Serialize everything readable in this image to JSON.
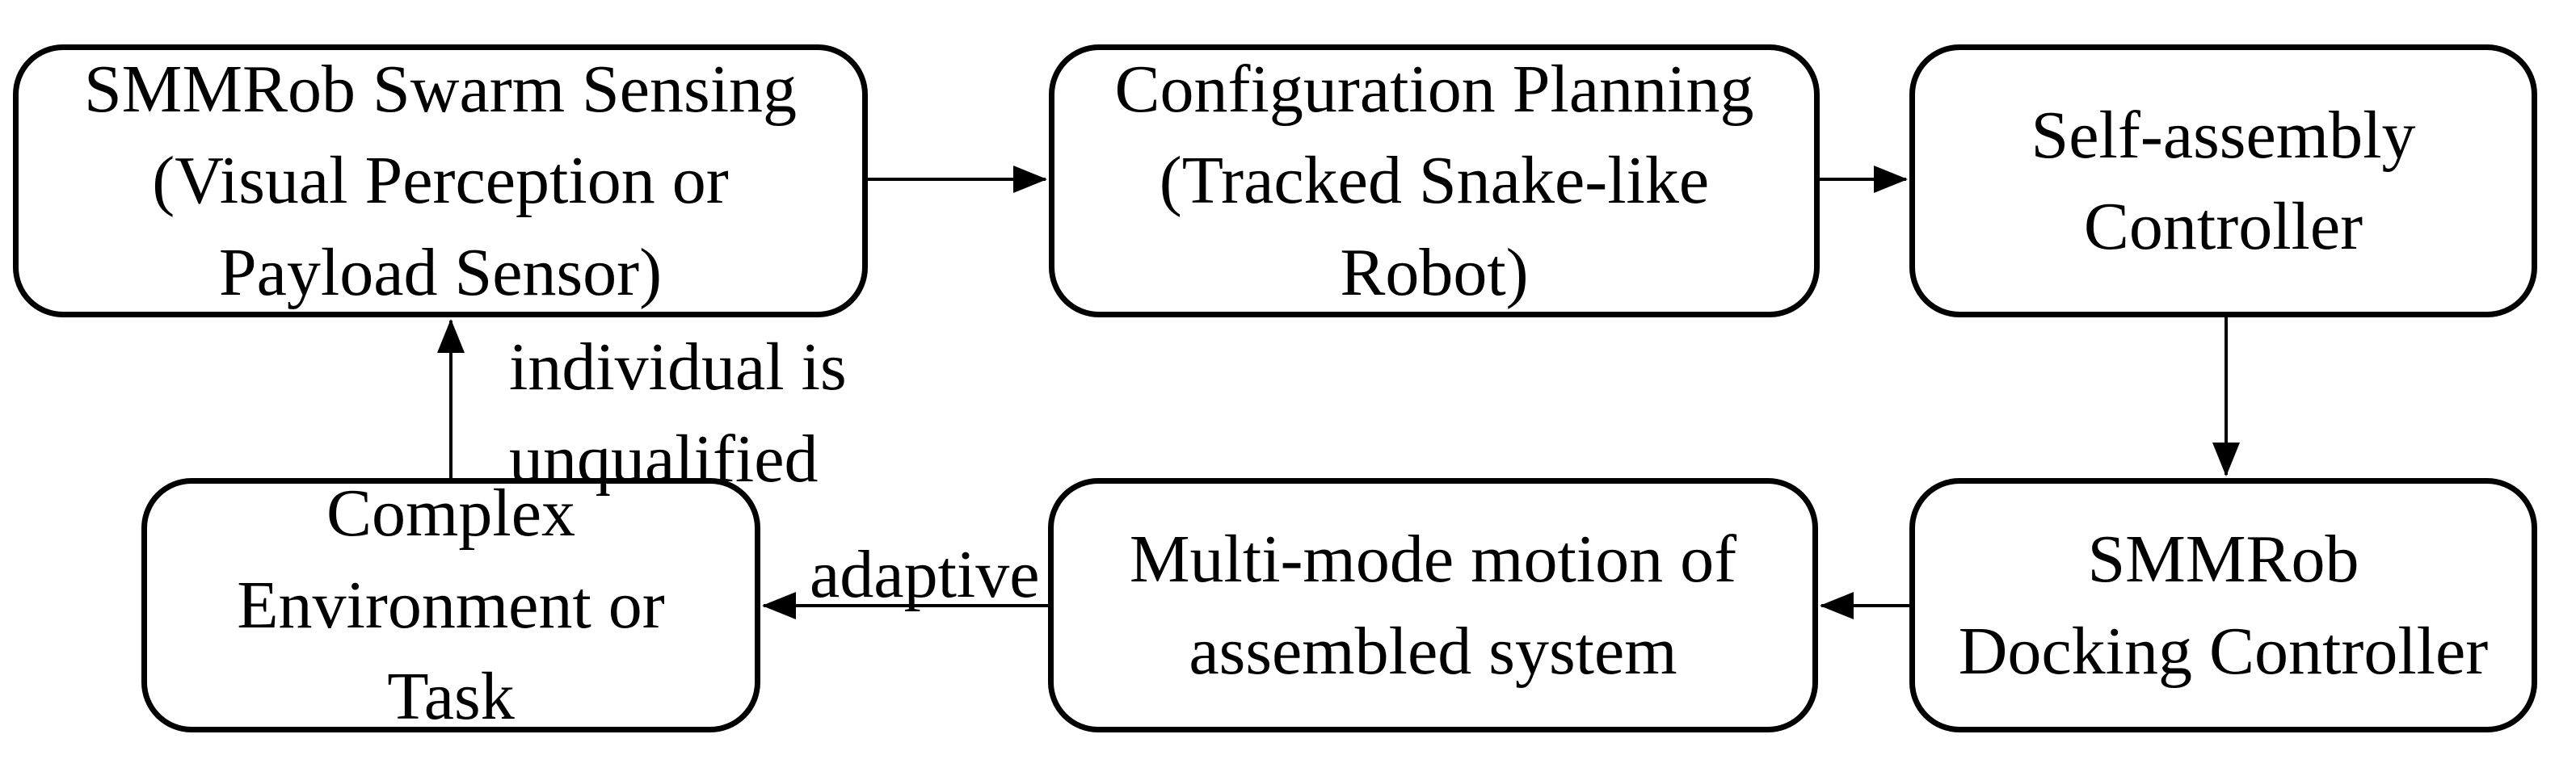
{
  "diagram": {
    "background_color": "#ffffff",
    "line_color": "#000000",
    "boxes": [
      {
        "id": "swarm-sensing",
        "label": "SMMRob Swarm Sensing\n(Visual Perception or\nPayload Sensor)"
      },
      {
        "id": "config-planning",
        "label": "Configuration Planning\n(Tracked Snake-like\nRobot)"
      },
      {
        "id": "self-assembly",
        "label": "Self-assembly\nController"
      },
      {
        "id": "complex-environment",
        "label": "Complex\nEnvironment or\nTask"
      },
      {
        "id": "multi-mode",
        "label": "Multi-mode motion of\nassembled system"
      },
      {
        "id": "docking-controller",
        "label": "SMMRob\nDocking Controller"
      }
    ],
    "edge_labels": {
      "unqualified": "individual is\nunqualified",
      "adaptive": "adaptive"
    },
    "arrows": [
      {
        "from": "swarm-sensing",
        "to": "config-planning",
        "direction": "right"
      },
      {
        "from": "config-planning",
        "to": "self-assembly",
        "direction": "right"
      },
      {
        "from": "self-assembly",
        "to": "docking-controller",
        "direction": "down"
      },
      {
        "from": "docking-controller",
        "to": "multi-mode",
        "direction": "left"
      },
      {
        "from": "multi-mode",
        "to": "complex-environment",
        "direction": "left",
        "label": "adaptive"
      },
      {
        "from": "complex-environment",
        "to": "swarm-sensing",
        "direction": "up",
        "label": "individual is unqualified"
      }
    ]
  }
}
